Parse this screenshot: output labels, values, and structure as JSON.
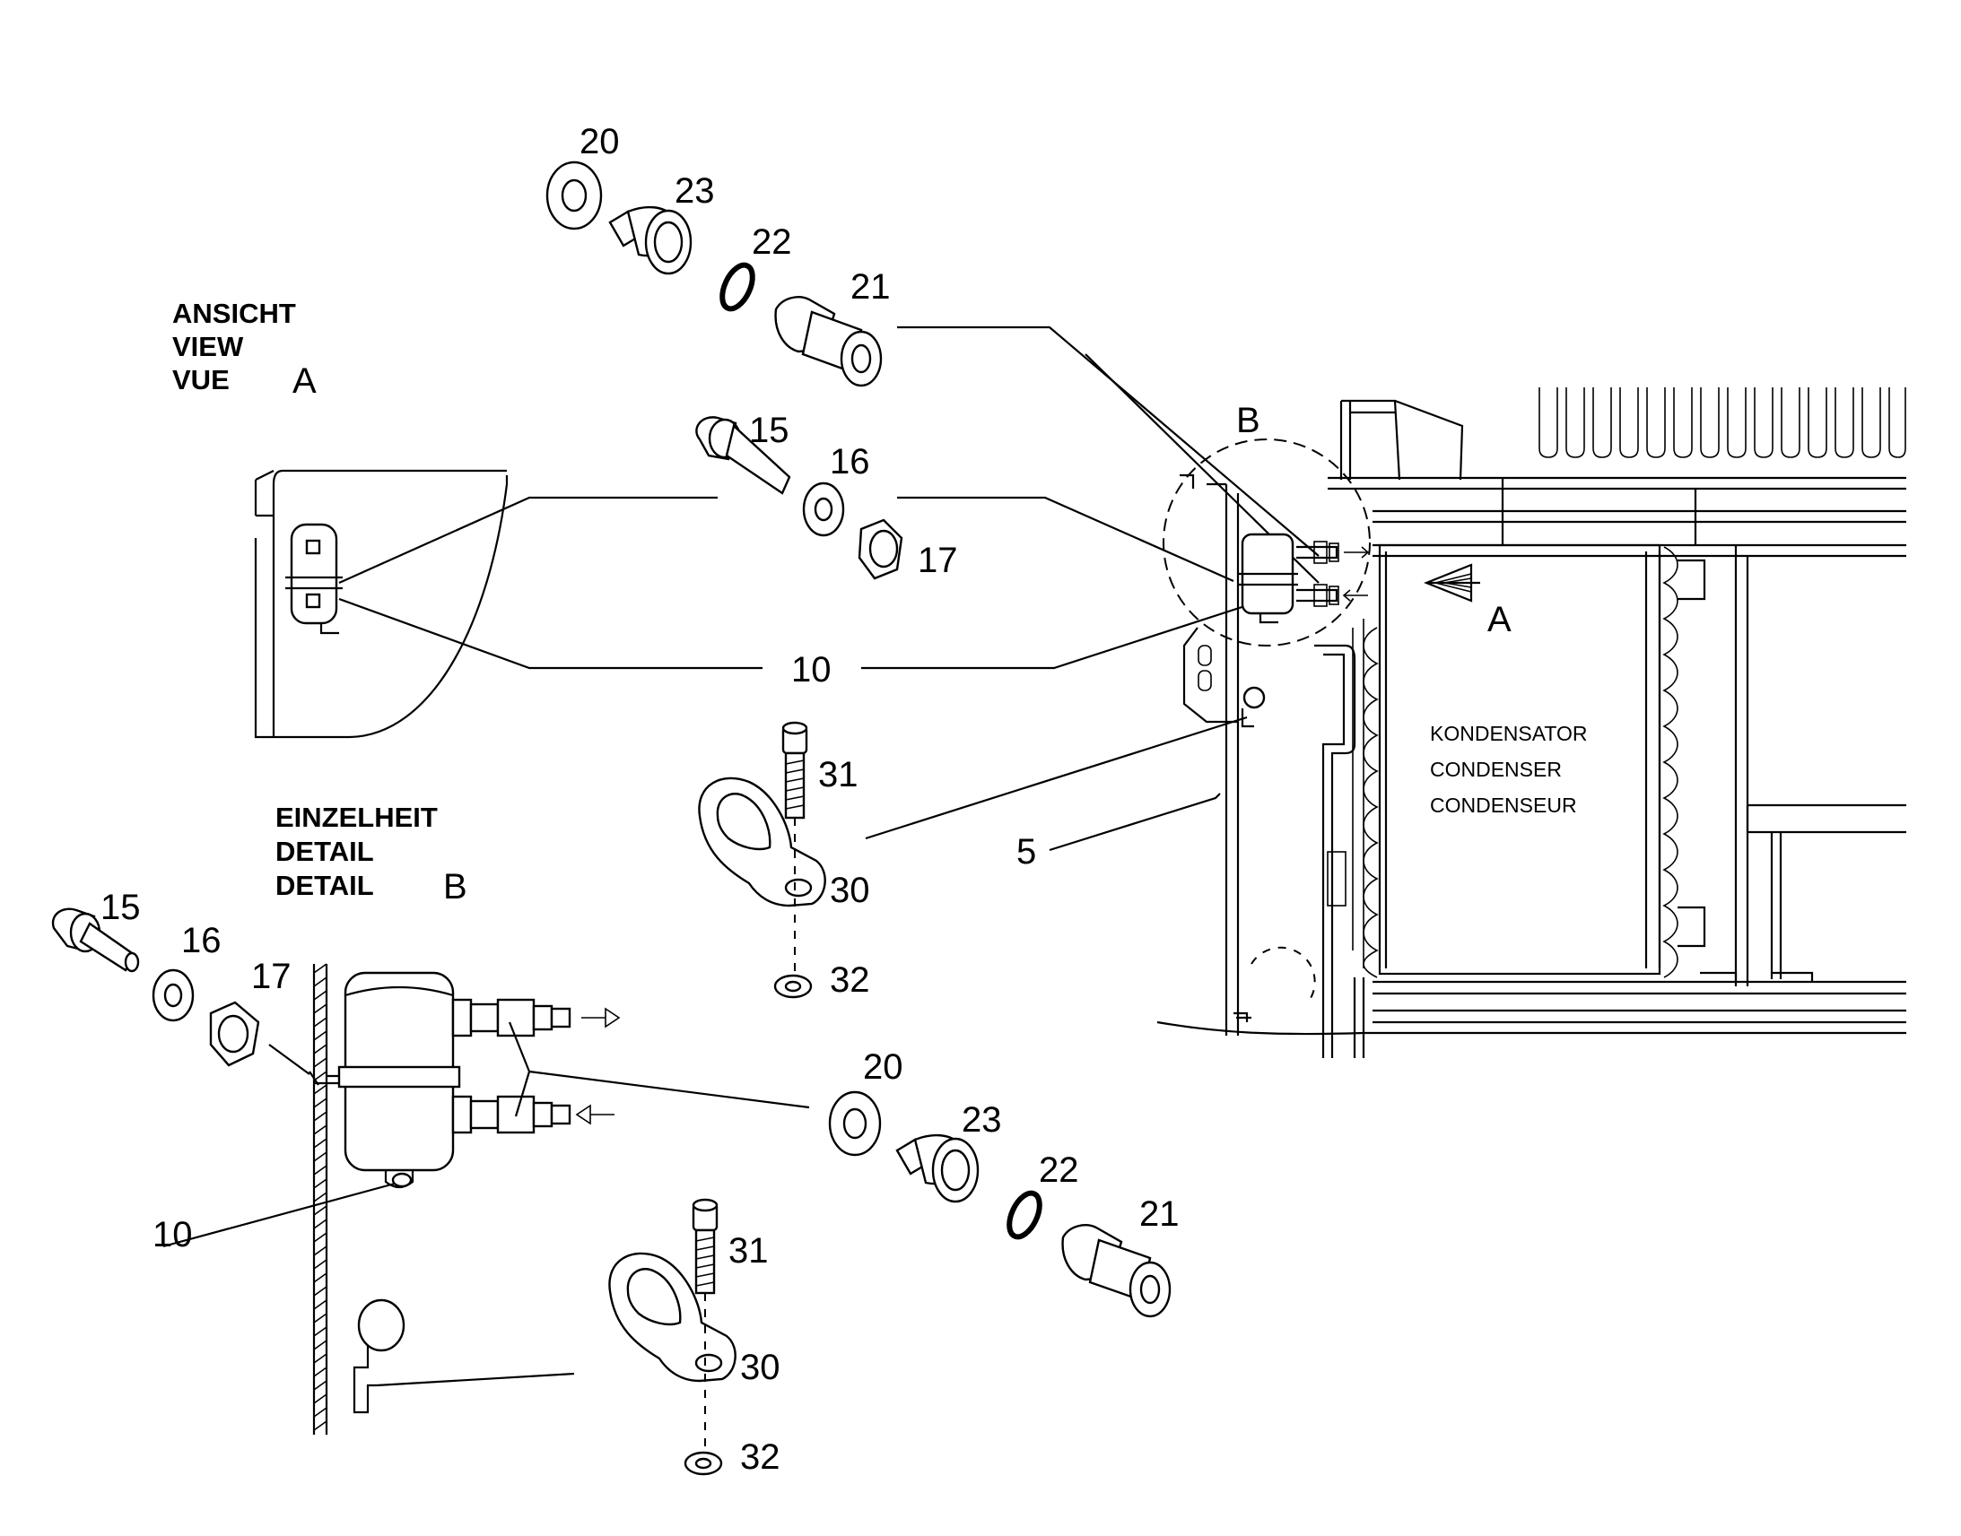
{
  "view_a": {
    "line1": "ANSICHT",
    "line2": "VIEW",
    "line3": "VUE",
    "letter": "A"
  },
  "detail_b": {
    "line1": "EINZELHEIT",
    "line2": "DETAIL",
    "line3": "DETAIL",
    "letter": "B"
  },
  "condenser": {
    "line1": "KONDENSATOR",
    "line2": "CONDENSER",
    "line3": "CONDENSEUR"
  },
  "callouts": {
    "c20": "20",
    "c23": "23",
    "c22": "22",
    "c21": "21",
    "c15": "15",
    "c16": "16",
    "c17": "17",
    "c10": "10",
    "c31": "31",
    "c30": "30",
    "c32": "32",
    "c5": "5",
    "ref_b": "B",
    "ref_a": "A"
  },
  "detail_callouts": {
    "c15": "15",
    "c16": "16",
    "c17": "17",
    "c10": "10",
    "c20": "20",
    "c23": "23",
    "c22": "22",
    "c21": "21",
    "c31": "31",
    "c30": "30",
    "c32": "32"
  }
}
